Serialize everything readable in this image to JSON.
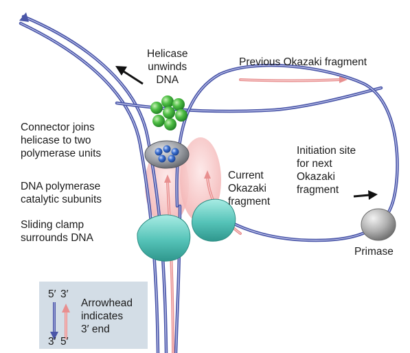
{
  "labels": {
    "helicase": "Helicase\nunwinds\nDNA",
    "previous_fragment": "Previous Okazaki fragment",
    "connector": "Connector joins\nhelicase to two\npolymerase units",
    "polymerase": "DNA polymerase\ncatalytic subunits",
    "clamp": "Sliding clamp\nsurrounds DNA",
    "current_fragment": "Current\nOkazaki\nfragment",
    "initiation_site": "Initiation site\nfor next\nOkazaki\nfragment",
    "primase": "Primase"
  },
  "legend": {
    "top_left": "5′",
    "top_right": "3′",
    "bottom_left": "3′",
    "bottom_right": "5′",
    "caption": "Arrowhead\nindicates\n3′ end"
  },
  "colors": {
    "dna_strand": "#4a56a8",
    "dna_highlight": "#c9cdf0",
    "new_strand": "#e88f8f",
    "new_strand_highlight": "#fbe0e0",
    "polymerase": "#f7c8c8",
    "clamp": "#5cc7bd",
    "helicase": "#3fae3a",
    "connector_grey": "#8c8f96",
    "connector_blue": "#2e5fc0",
    "primase": "#a5a5a5",
    "legend_bg": "#d3dde6"
  }
}
